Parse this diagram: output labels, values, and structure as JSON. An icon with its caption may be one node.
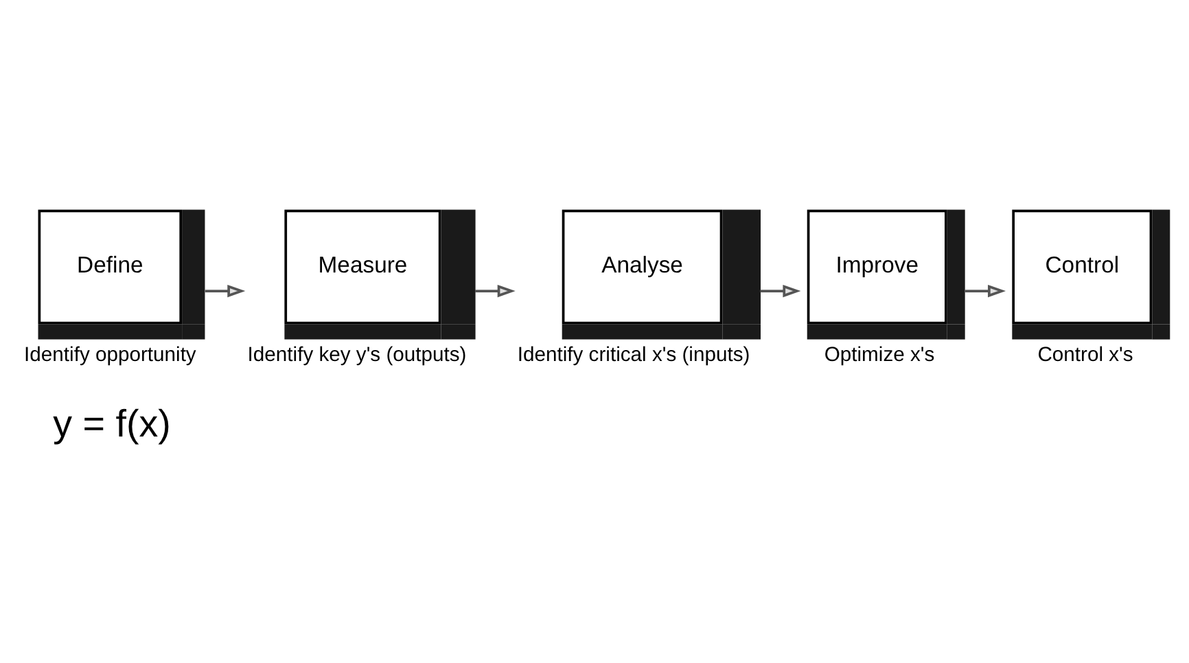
{
  "diagram": {
    "nodes": [
      {
        "text": [
          "Define"
        ],
        "beside": [
          "Identify opportunity"
        ]
      },
      {
        "text": [
          "Measure"
        ],
        "beside": [
          "Identify key y's (outputs)"
        ]
      },
      {
        "text": [
          "Analyse"
        ],
        "beside": [
          "Identify critical x's (inputs)"
        ]
      },
      {
        "text": [
          "Improve"
        ],
        "beside": [
          "Optimize x's"
        ]
      },
      {
        "text": [
          "Control"
        ],
        "beside": [
          "Control x's"
        ]
      }
    ],
    "edges": [
      {
        "from": 0,
        "to": 1,
        "arrow": "to"
      },
      {
        "from": 1,
        "to": 2,
        "arrow": "to"
      },
      {
        "from": 2,
        "to": 3,
        "arrow": "to"
      },
      {
        "from": 3,
        "to": 4,
        "arrow": "to"
      }
    ],
    "labels": [
      "y = f(x)"
    ]
  }
}
